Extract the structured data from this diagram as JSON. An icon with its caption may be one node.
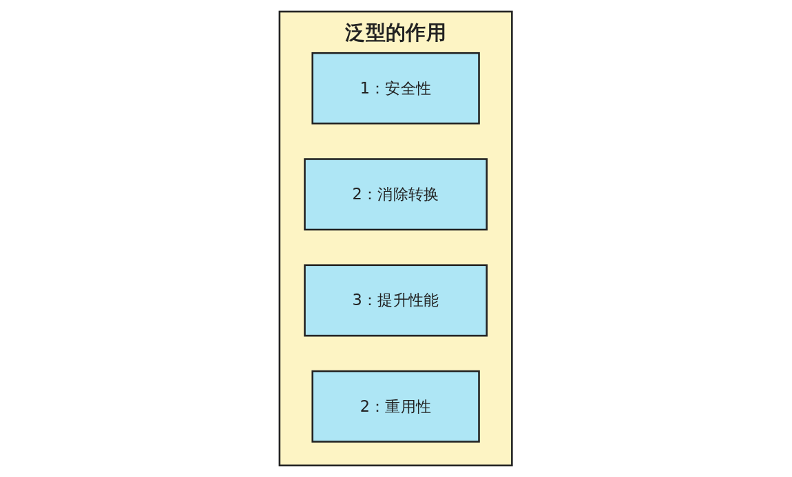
{
  "diagram": {
    "nodes": [
      {
        "text": [
          "泛型的作用"
        ]
      },
      {
        "text": [
          "1：安全性"
        ],
        "in": 0
      },
      {
        "text": [
          "2：消除转换"
        ],
        "in": 0
      },
      {
        "text": [
          "3：提升性能"
        ],
        "in": 0
      },
      {
        "text": [
          "2：重用性"
        ],
        "in": 0
      }
    ]
  }
}
